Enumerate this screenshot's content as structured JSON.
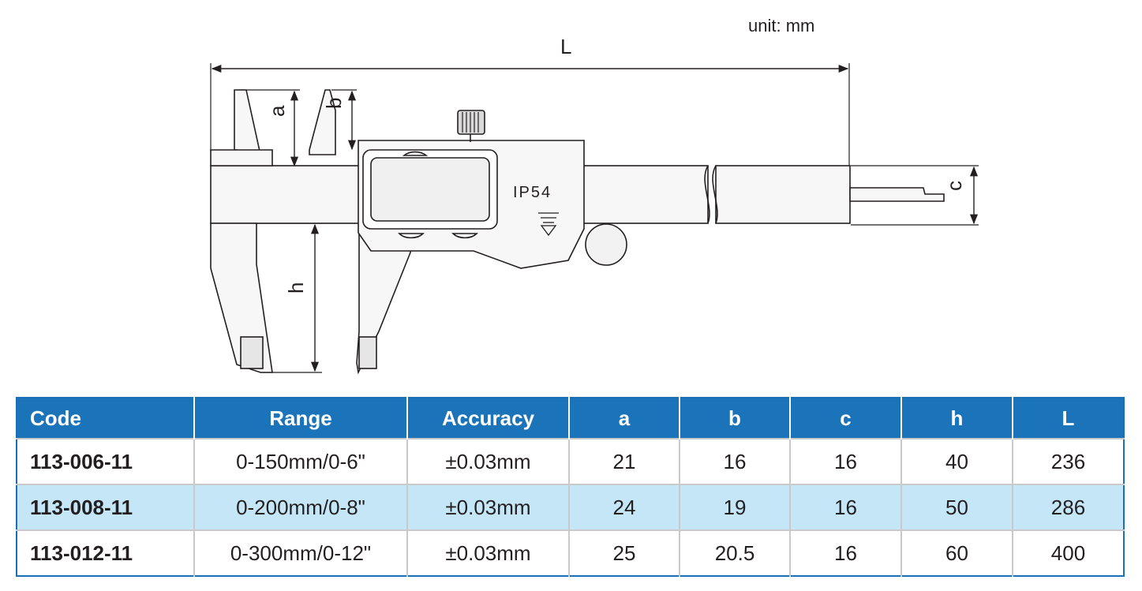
{
  "unit_label": "unit: mm",
  "diagram": {
    "dimension_labels": {
      "L": "L",
      "a": "a",
      "b": "b",
      "c": "c",
      "h": "h"
    },
    "rating_label": "IP54"
  },
  "table": {
    "headers": [
      "Code",
      "Range",
      "Accuracy",
      "a",
      "b",
      "c",
      "h",
      "L"
    ],
    "rows": [
      [
        "113-006-11",
        "0-150mm/0-6\"",
        "±0.03mm",
        "21",
        "16",
        "16",
        "40",
        "236"
      ],
      [
        "113-008-11",
        "0-200mm/0-8\"",
        "±0.03mm",
        "24",
        "19",
        "16",
        "50",
        "286"
      ],
      [
        "113-012-11",
        "0-300mm/0-12\"",
        "±0.03mm",
        "25",
        "20.5",
        "16",
        "60",
        "400"
      ]
    ]
  }
}
